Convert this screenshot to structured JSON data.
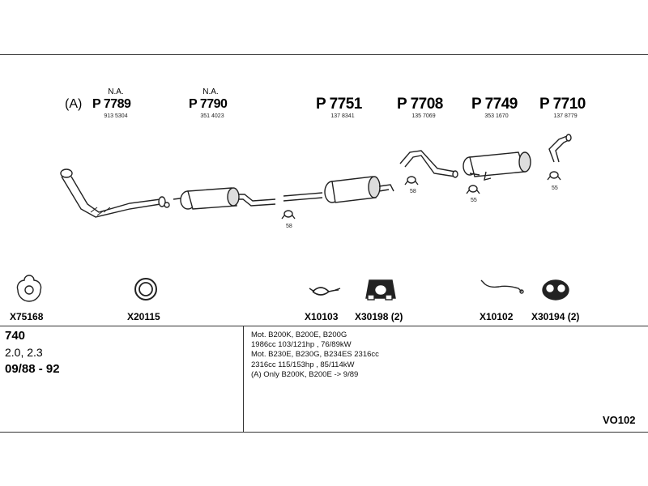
{
  "parts": [
    {
      "prefix": "(A)",
      "na": "N.A.",
      "number": "P 7789",
      "oe": "913 5304"
    },
    {
      "na": "N.A.",
      "number": "P 7790",
      "oe": "351 4023"
    },
    {
      "number": "P 7751",
      "oe": "137 8341"
    },
    {
      "number": "P 7708",
      "oe": "135 7069"
    },
    {
      "number": "P 7749",
      "oe": "353 1670"
    },
    {
      "number": "P 7710",
      "oe": "137 8779"
    }
  ],
  "clamp_labels": [
    "58",
    "58",
    "55",
    "55"
  ],
  "accessories": [
    {
      "code": "X75168",
      "icon": "gasket-icon"
    },
    {
      "code": "X20115",
      "icon": "ring-icon"
    },
    {
      "code": "X10103",
      "icon": "clamp-icon"
    },
    {
      "code": "X30198 (2)",
      "icon": "rubber-mount-icon"
    },
    {
      "code": "X10102",
      "icon": "bracket-icon"
    },
    {
      "code": "X30194 (2)",
      "icon": "hanger-icon"
    }
  ],
  "vehicle": {
    "model": "740",
    "engine": "2.0, 2.3",
    "years": "09/88 - 92"
  },
  "notes": [
    "Mot. B200K, B200E, B200G",
    "1986cc 103/121hp , 76/89kW",
    "Mot. B230E, B230G, B234ES 2316cc",
    "2316cc 115/153hp , 85/114kW",
    "(A) Only B200K, B200E -> 9/89"
  ],
  "reference": "VO102"
}
